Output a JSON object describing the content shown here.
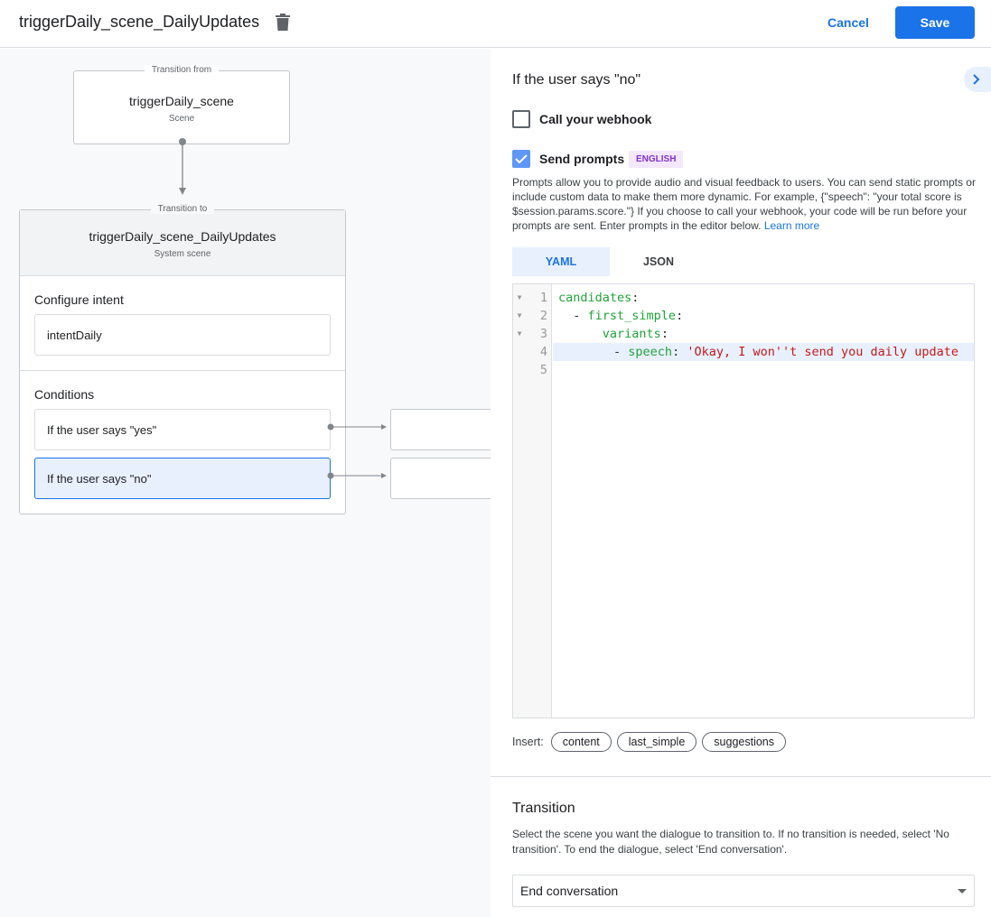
{
  "header": {
    "title": "triggerDaily_scene_DailyUpdates",
    "cancel": "Cancel",
    "save": "Save"
  },
  "canvas": {
    "from": {
      "legend": "Transition from",
      "name": "triggerDaily_scene",
      "type": "Scene"
    },
    "to": {
      "legend": "Transition to",
      "name": "triggerDaily_scene_DailyUpdates",
      "type": "System scene",
      "intent_heading": "Configure intent",
      "intent": "intentDaily",
      "conditions_heading": "Conditions",
      "conditions": [
        "If the user says \"yes\"",
        "If the user says \"no\""
      ]
    }
  },
  "panel": {
    "title": "If the user says \"no\"",
    "webhook_label": "Call your webhook",
    "webhook_checked": false,
    "prompts_label": "Send prompts",
    "prompts_checked": true,
    "language_badge": "ENGLISH",
    "description": "Prompts allow you to provide audio and visual feedback to users. You can send static prompts or include custom data to make them more dynamic. For example, {\"speech\": \"your total score is $session.params.score.\"} If you choose to call your webhook, your code will be run before your prompts are sent. Enter prompts in the editor below.",
    "learn_more": "Learn more",
    "tabs": [
      "YAML",
      "JSON"
    ],
    "active_tab": "YAML",
    "code_lines": [
      {
        "n": "1",
        "indent": "",
        "key": "candidates",
        "punct": ":",
        "str": ""
      },
      {
        "n": "2",
        "indent": "  - ",
        "key": "first_simple",
        "punct": ":",
        "str": ""
      },
      {
        "n": "3",
        "indent": "      ",
        "key": "variants",
        "punct": ":",
        "str": ""
      },
      {
        "n": "4",
        "indent": "        - ",
        "key": "speech",
        "punct": ": ",
        "str": "'Okay, I won''t send you daily update"
      },
      {
        "n": "5",
        "indent": "",
        "key": "",
        "punct": "",
        "str": ""
      }
    ],
    "insert_label": "Insert:",
    "insert_chips": [
      "content",
      "last_simple",
      "suggestions"
    ],
    "transition_heading": "Transition",
    "transition_desc": "Select the scene you want the dialogue to transition to. If no transition is needed, select 'No transition'. To end the dialogue, select 'End conversation'.",
    "transition_value": "End conversation"
  },
  "colors": {
    "accent": "#1a73e8",
    "selected_condition_bg": "#e8f0fe",
    "badge_bg": "#f3e8fd",
    "badge_text": "#8430ce",
    "code_key": "#22a33a",
    "code_string": "#c41a16"
  }
}
